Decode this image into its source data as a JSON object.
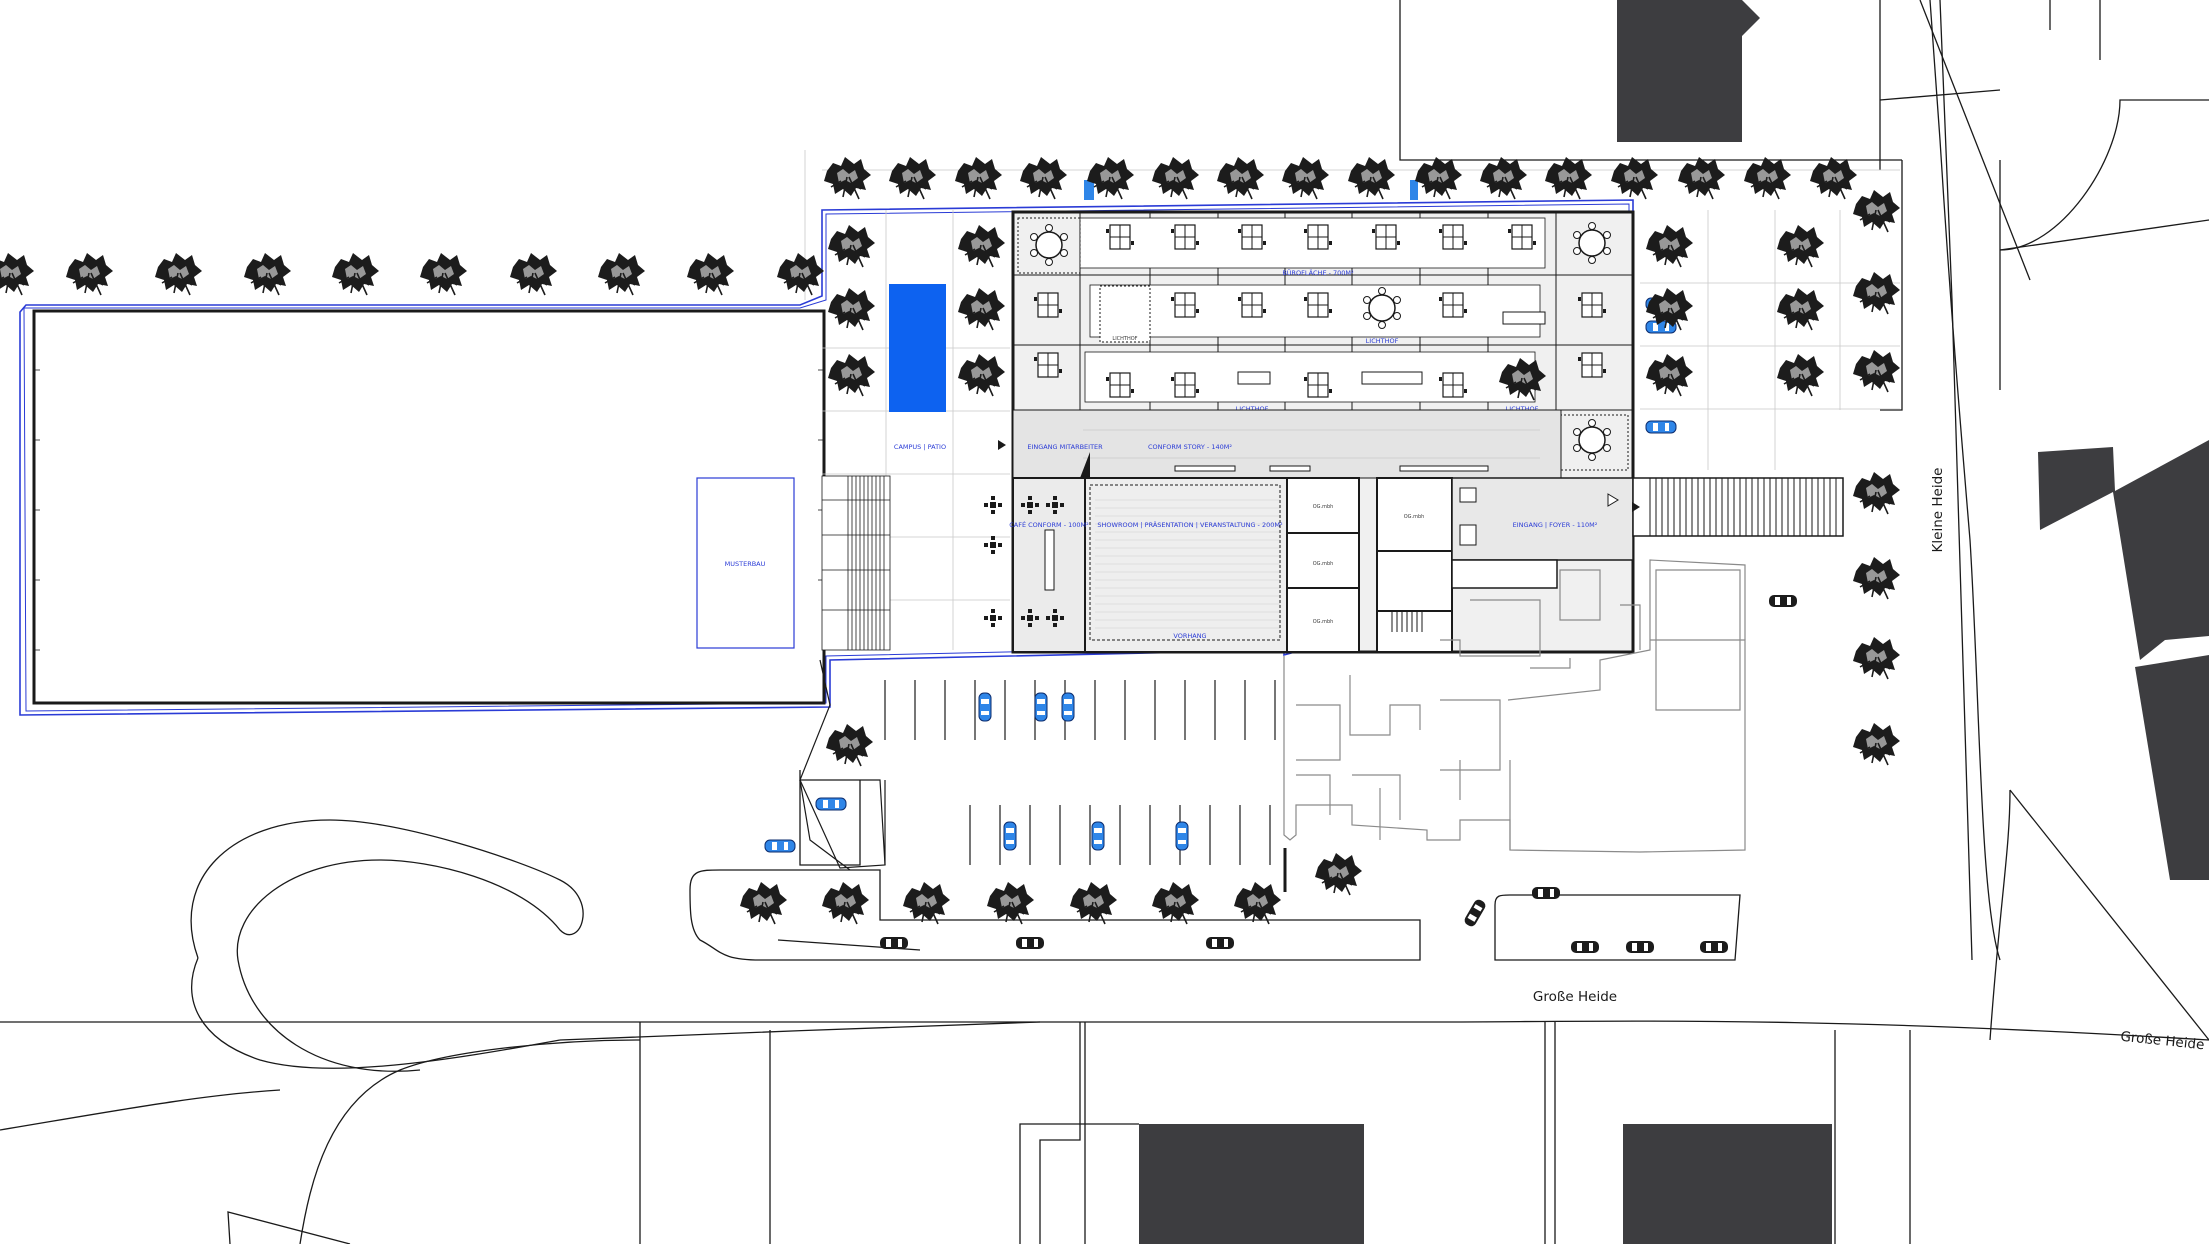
{
  "streets": {
    "grosse_heide_center": "Große Heide",
    "grosse_heide_east": "Große Heide",
    "kleine_heide": "Kleine Heide"
  },
  "labels": {
    "musterbau": "MUSTERBAU",
    "campus_patio": "CAMPUS | PATIO",
    "buroflache": "BÜROFLÄCHE - 700M²",
    "lichthof_1": "LICHTHOF",
    "lichthof_2": "LICHTHOF",
    "lichthof_3": "LICHTHOF",
    "lichthof_4": "LICHTHOF",
    "eingang_mitarbeiter": "EINGANG MITARBEITER",
    "conform_story": "CONFORM STORY - 140M²",
    "cafe_conform": "CAFÉ CONFORM - 100M²",
    "showroom": "SHOWROOM | PRÄSENTATION | VERANSTALTUNG - 200M²",
    "vorhang": "VORHANG",
    "eingang_foyer": "EINGANG | FOYER - 110M²",
    "room_1": "OG.mbh",
    "room_2": "OG.mbh",
    "room_3": "OG.mbh",
    "room_4": "OG.mbh"
  },
  "colors": {
    "linework": "#1a1a1a",
    "boundary_blue": "#2a3bd6",
    "car_blue": "#2f86e8",
    "solid_blue": "#0d62f0",
    "neighbor_building": "#3d3d40",
    "floor_fill": "#f0f0f0"
  },
  "icons": {
    "tree": "tree-icon",
    "car": "car-icon"
  }
}
